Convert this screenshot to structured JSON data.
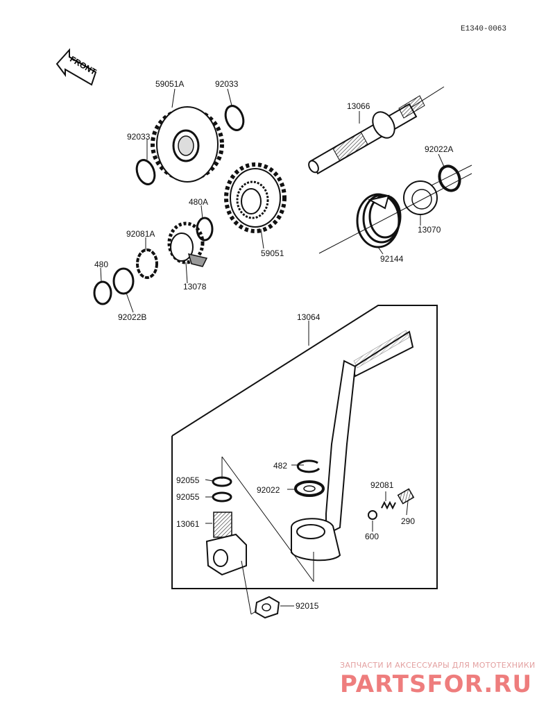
{
  "diagram": {
    "code": "E1340-0063",
    "front_label": "FRONT",
    "parts": {
      "p59051A": "59051A",
      "p92033_top": "92033",
      "p92033_left": "92033",
      "p13066": "13066",
      "p92022A": "92022A",
      "p59051": "59051",
      "p480A": "480A",
      "p92081A": "92081A",
      "p480": "480",
      "p13078": "13078",
      "p92022B": "92022B",
      "p13070": "13070",
      "p92144": "92144",
      "p13064": "13064",
      "p482": "482",
      "p92022": "92022",
      "p92055_a": "92055",
      "p92055_b": "92055",
      "p13061": "13061",
      "p92081": "92081",
      "p290": "290",
      "p600": "600",
      "p92015": "92015"
    }
  },
  "watermark": {
    "text": "ЗАПЧАСТИ И АКСЕССУАРЫ ДЛЯ МОТОТЕХНИКИ",
    "logo": "PARTSFOR.RU"
  }
}
